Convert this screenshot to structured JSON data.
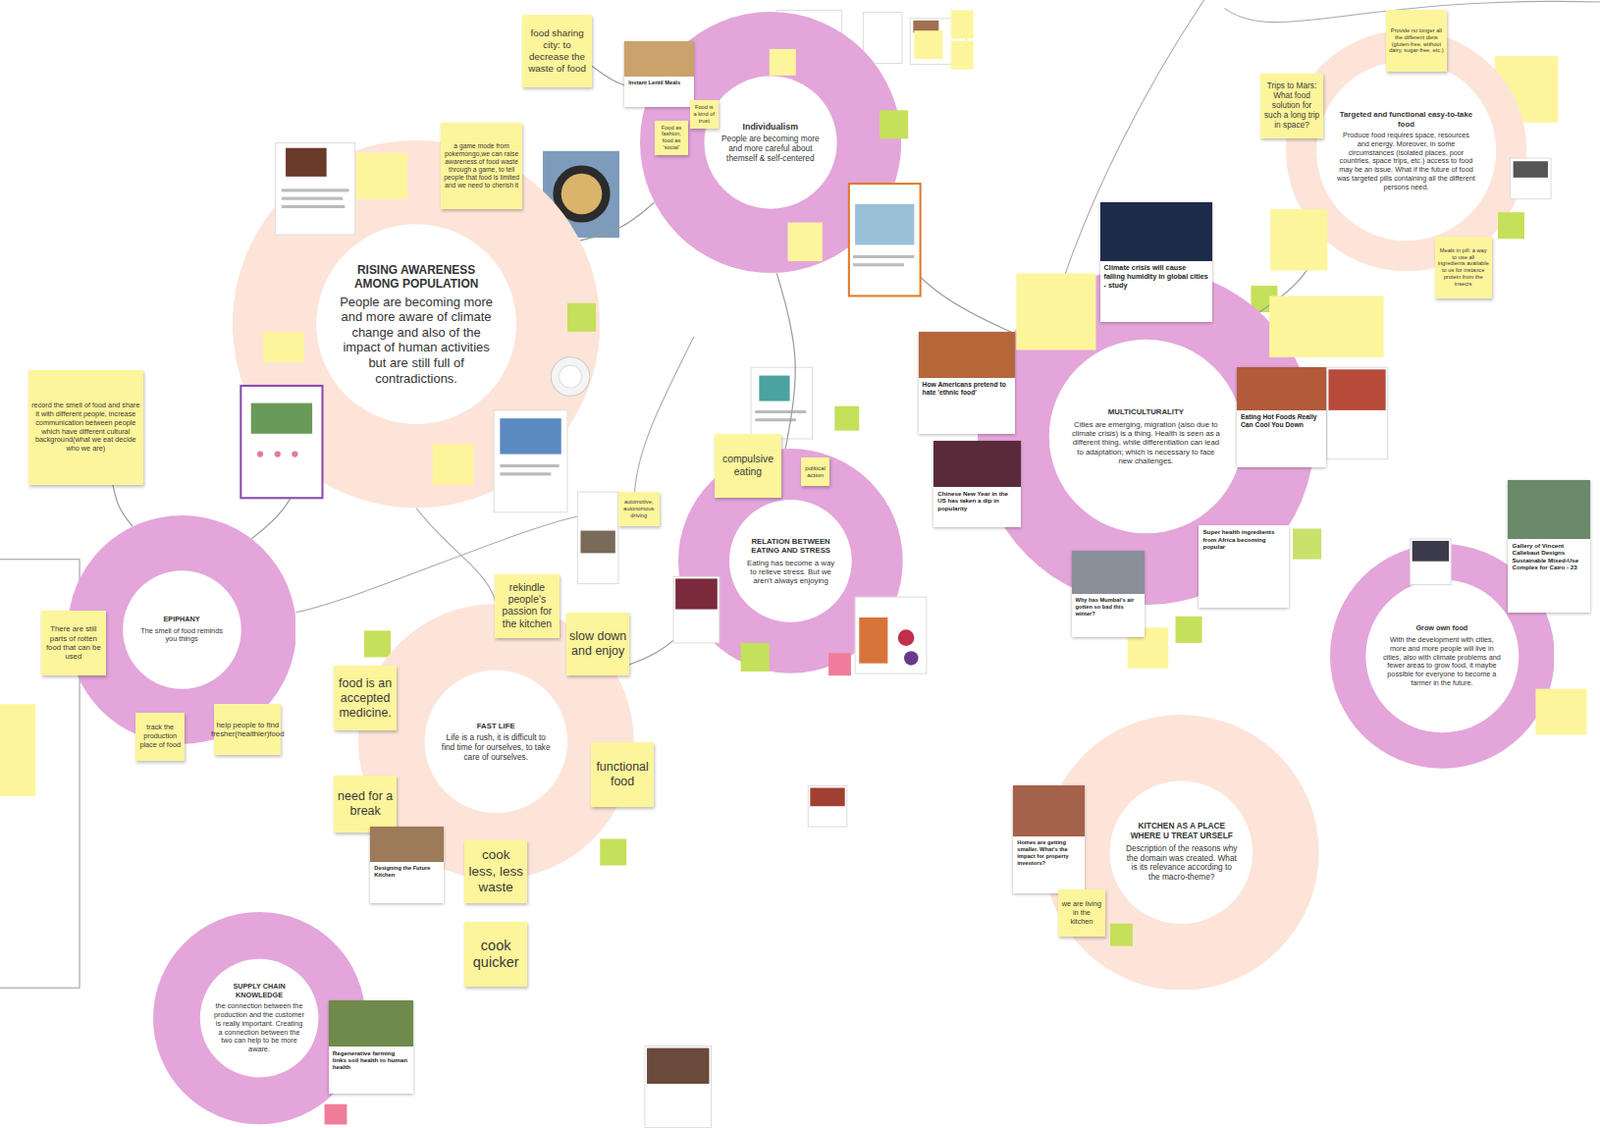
{
  "diagram": {
    "nodes": [
      {
        "text": [
          "RISING AWARENESS AMONG POPULATION",
          "People are becoming more and more aware of climate change and also of the impact of human activities but are still full of contradictions."
        ]
      },
      {
        "text": [
          "a game mode from pokemongo,we can raise awareness of food waste through a game, to tell people that food is limited and we need to cherish it"
        ],
        "in": 0
      },
      {
        "text": [
          "Individualism",
          "People are becoming more and more careful about themself & self-centered"
        ]
      },
      {
        "text": [
          "Instant Lentil Meals"
        ],
        "in": 2
      },
      {
        "text": [
          "Food as fashion, food as 'social'"
        ],
        "in": 2
      },
      {
        "text": [
          "Food is a kind of trust"
        ],
        "in": 2
      },
      {
        "text": [
          "food sharing city: to decrease the waste of food"
        ]
      },
      {
        "text": [
          "record the smell of food and share it with different people, increase communication between people which have different cultural background(what we eat decide who we are)"
        ]
      },
      {
        "text": [
          "Targeted and functional easy-to-take food",
          "Produce food requires space, resources and energy. Moreover, in some circumstances (isolated places, poor countries, space trips, etc.) access to food may be an issue. What if the future of food was targeted pills containing all the different persons need."
        ]
      },
      {
        "text": [
          "Trips to Mars: What food solution for such a long trip in space?"
        ],
        "in": 8
      },
      {
        "text": [
          "Provide no longer all the different diets (gluten-free, without dairy, sugar-free, etc.)"
        ],
        "in": 8
      },
      {
        "text": [
          "Meals in pill: a way to use all ingredients available to us for instance protein from the insects"
        ],
        "in": 8
      },
      {
        "text": [
          "MULTICULTURALITY",
          "Cities are emerging, migration (also due to climate crisis) is a thing. Health is seen as a different thing, while differentiation can lead to adaptation; which is necessary to face new challenges."
        ]
      },
      {
        "text": [
          "Climate crisis will cause falling humidity in global cities - study"
        ],
        "in": 12
      },
      {
        "text": [
          "How Americans pretend to hate 'ethnic food'"
        ],
        "in": 12
      },
      {
        "text": [
          "Chinese New Year in the US has taken a dip in popularity"
        ],
        "in": 12
      },
      {
        "text": [
          "Eating Hot Foods Really Can Cool You Down"
        ],
        "in": 12
      },
      {
        "text": [
          "Super health ingredients from Africa becoming popular"
        ],
        "in": 12
      },
      {
        "text": [
          "Why has Mumbai's air gotten so bad this winter?"
        ],
        "in": 12
      },
      {
        "text": [
          "EPIPHANY",
          "The smell of food reminds you things"
        ]
      },
      {
        "text": [
          "There are still parts of rotten food that can be used"
        ],
        "in": 19
      },
      {
        "text": [
          "track the production place of food"
        ],
        "in": 19
      },
      {
        "text": [
          "help people to find fresher(healthier)food"
        ],
        "in": 19
      },
      {
        "text": [
          "RELATION BETWEEN EATING AND STRESS",
          "Eating has become a way to relieve stress. But we aren't always enjoying"
        ]
      },
      {
        "text": [
          "compulsive eating"
        ],
        "in": 23
      },
      {
        "text": [
          "political action"
        ],
        "in": 23
      },
      {
        "text": [
          "automotive, autonomous driving"
        ]
      },
      {
        "text": [
          "FAST LIFE",
          "Life is a rush, it is difficult to find time for ourselves, to take care of ourselves."
        ]
      },
      {
        "text": [
          "rekindle people's passion for the kitchen"
        ],
        "in": 27
      },
      {
        "text": [
          "slow down and enjoy"
        ],
        "in": 27
      },
      {
        "text": [
          "food is an accepted medicine."
        ],
        "in": 27
      },
      {
        "text": [
          "need for a break"
        ],
        "in": 27
      },
      {
        "text": [
          "functional food"
        ],
        "in": 27
      },
      {
        "text": [
          "Designing the Future Kitchen"
        ],
        "in": 27
      },
      {
        "text": [
          "cook less, less waste"
        ],
        "in": 27
      },
      {
        "text": [
          "cook quicker"
        ]
      },
      {
        "text": [
          "Grow own food",
          "With the development with cities, more and more people will live in cities, also with climate problems and fewer areas to grow food, it maybe possible for everyone to become a farmer in the future."
        ]
      },
      {
        "text": [
          "Gallery of Vincent Callebaut Designs Sustainable Mixed-Use Complex for Cairo - 23"
        ],
        "in": 36
      },
      {
        "text": [
          "KITCHEN AS A PLACE WHERE U TREAT URSELF",
          "Description of the reasons why the domain was created. What is its relevance according to the macro-theme?"
        ]
      },
      {
        "text": [
          "Homes are getting smaller. What's the impact for property investors?"
        ],
        "in": 38
      },
      {
        "text": [
          "we are living in the kitchen"
        ],
        "in": 38
      },
      {
        "text": [
          "SUPPLY CHAIN KNOWLEDGE",
          "the connection between the production and the customer is really important. Creating a connection between the two can help to be more aware."
        ]
      },
      {
        "text": [
          "Regenerative farming links soil health to human health"
        ],
        "in": 41
      }
    ],
    "edges": [
      {
        "from": 0,
        "to": 2,
        "arrow": "none"
      },
      {
        "from": 2,
        "to": 12,
        "arrow": "none"
      },
      {
        "from": 12,
        "to": 8,
        "arrow": "none"
      },
      {
        "from": 23,
        "to": 2,
        "arrow": "none"
      },
      {
        "from": 19,
        "to": 0,
        "arrow": "none"
      },
      {
        "from": 27,
        "to": 23,
        "arrow": "none"
      },
      {
        "from": 7,
        "to": 19,
        "arrow": "none"
      },
      {
        "from": 6,
        "to": 2,
        "arrow": "none"
      }
    ]
  }
}
